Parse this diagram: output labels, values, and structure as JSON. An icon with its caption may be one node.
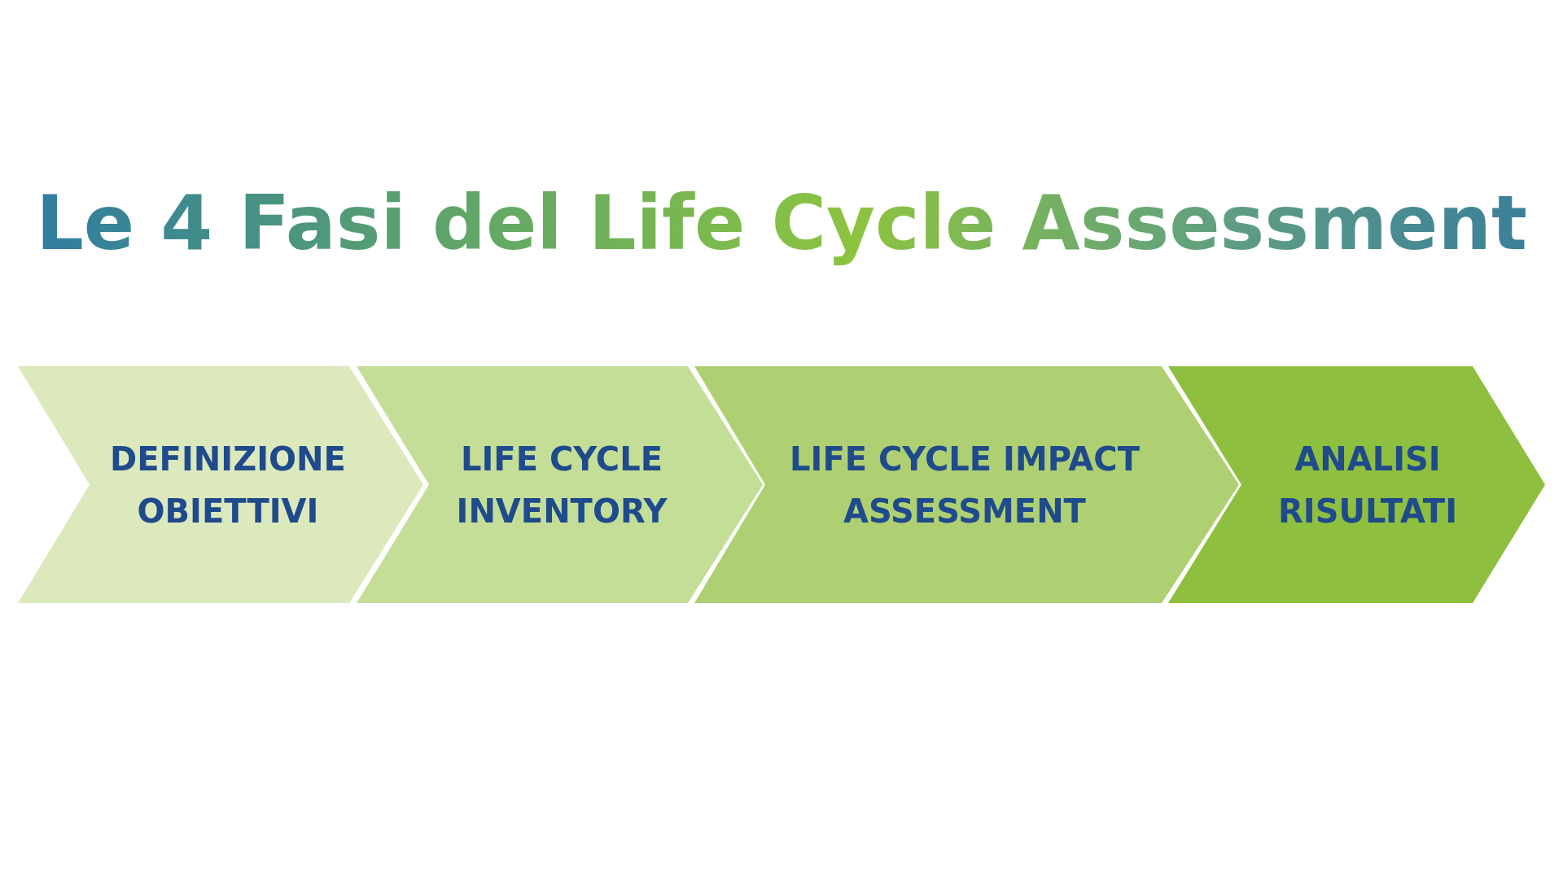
{
  "diagram": {
    "title": "Le 4 Fasi del Life Cycle Assessment",
    "nodes": [
      {
        "text": [
          "DEFINIZIONE OBIETTIVI"
        ]
      },
      {
        "text": [
          "LIFE CYCLE INVENTORY"
        ]
      },
      {
        "text": [
          "LIFE CYCLE IMPACT ASSESSMENT"
        ]
      },
      {
        "text": [
          "ANALISI RISULTATI"
        ]
      }
    ]
  }
}
